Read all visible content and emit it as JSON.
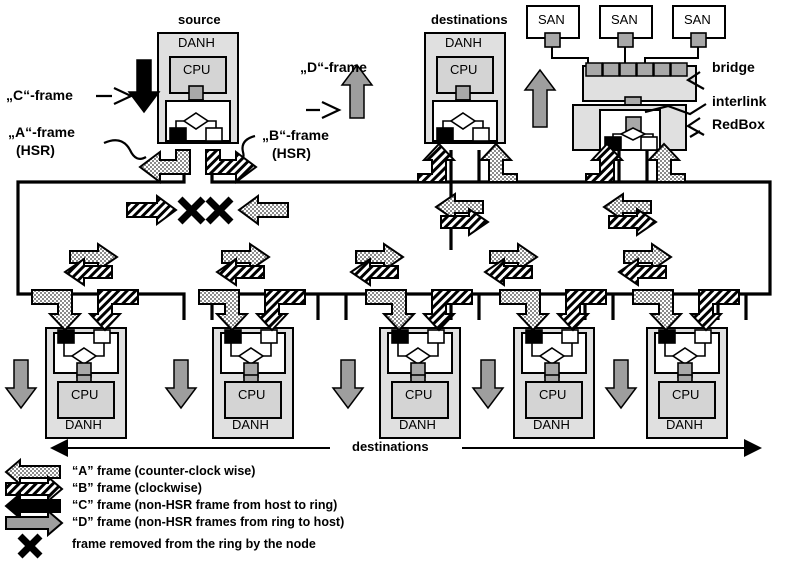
{
  "title": "HSR ring network frame propagation diagram",
  "headings": {
    "source": "source",
    "destinations_top": "destinations",
    "destinations_bottom": "destinations"
  },
  "annotations": {
    "c_frame": "„C“-frame",
    "a_frame_l1": "„A“-frame",
    "a_frame_l2": "(HSR)",
    "b_frame_l1": "„B“-frame",
    "b_frame_l2": "(HSR)",
    "d_frame": "„D“-frame",
    "bridge": "bridge",
    "interlink": "interlink",
    "redbox": "RedBox"
  },
  "nodes": {
    "danh_label": "DANH",
    "cpu_label": "CPU",
    "san_label": "SAN",
    "sans": [
      "SAN",
      "SAN",
      "SAN"
    ],
    "top_nodes": [
      {
        "name": "source",
        "label": "DANH",
        "cpu": "CPU"
      },
      {
        "name": "destinations",
        "label": "DANH",
        "cpu": "CPU"
      }
    ],
    "bottom_nodes": [
      {
        "label": "DANH",
        "cpu": "CPU"
      },
      {
        "label": "DANH",
        "cpu": "CPU"
      },
      {
        "label": "DANH",
        "cpu": "CPU"
      },
      {
        "label": "DANH",
        "cpu": "CPU"
      },
      {
        "label": "DANH",
        "cpu": "CPU"
      }
    ]
  },
  "legend": {
    "items": [
      {
        "icon": "arrow-a-dotted-left",
        "text": "“A” frame (counter-clock wise)"
      },
      {
        "icon": "arrow-b-hatched-right",
        "text": "“B” frame (clockwise)"
      },
      {
        "icon": "arrow-c-solid-left",
        "text": "“C” frame (non-HSR frame from host to ring)"
      },
      {
        "icon": "arrow-d-gray-right",
        "text": "“D” frame (non-HSR frames from ring to host)"
      },
      {
        "icon": "x-mark",
        "text": "frame removed from the ring by the node"
      }
    ]
  },
  "colors": {
    "box_fill": "#e0e0e0",
    "inner_fill": "#d4d4d4",
    "port_gray": "#a8a8a8",
    "arrow_gray": "#9e9e9e",
    "line": "#000000",
    "white": "#ffffff"
  }
}
